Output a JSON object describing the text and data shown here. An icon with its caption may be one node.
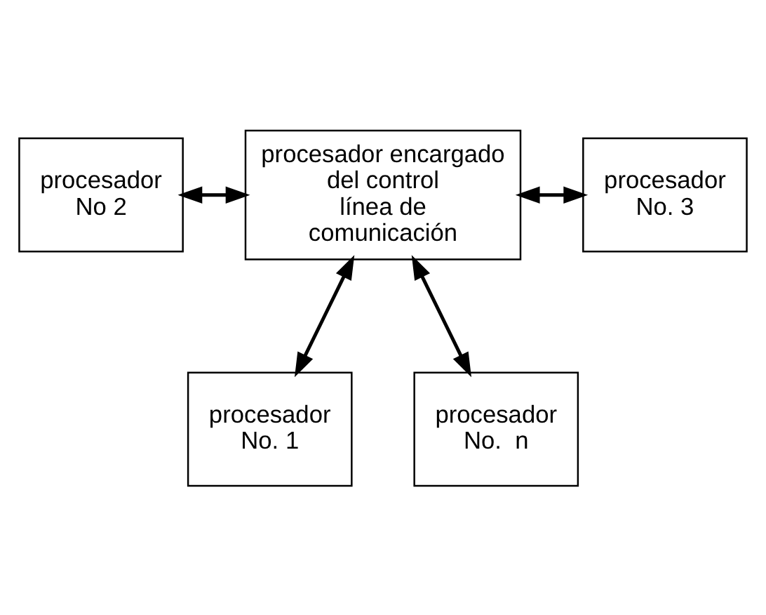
{
  "diagram": {
    "nodes": [
      {
        "text": [
          "procesador",
          "No 2"
        ]
      },
      {
        "text": [
          "procesador encargado del control línea de comunicación"
        ]
      },
      {
        "text": [
          "procesador",
          "No. 3"
        ]
      },
      {
        "text": [
          "procesador",
          "No. 1"
        ]
      },
      {
        "text": [
          "procesador",
          "No.  n"
        ]
      }
    ],
    "edges": [
      {
        "from": 0,
        "to": 1,
        "arrow": "both"
      },
      {
        "from": 1,
        "to": 2,
        "arrow": "both"
      },
      {
        "from": 1,
        "to": 3,
        "arrow": "both"
      },
      {
        "from": 1,
        "to": 4,
        "arrow": "both"
      }
    ]
  }
}
